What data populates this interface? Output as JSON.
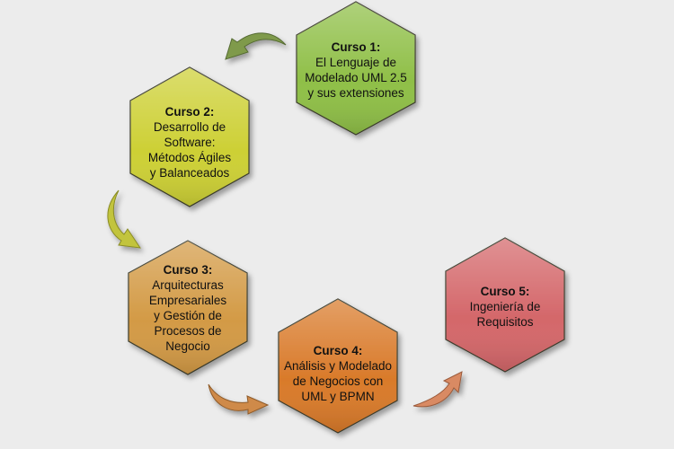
{
  "courses": [
    {
      "title": "Curso 1:",
      "lines": [
        "El Lenguaje de",
        "Modelado UML 2.5",
        "y sus extensiones"
      ],
      "color": "#8fbf47"
    },
    {
      "title": "Curso 2:",
      "lines": [
        "Desarrollo de",
        "Software:",
        "Métodos Ágiles",
        "y Balanceados"
      ],
      "color": "#cdd035"
    },
    {
      "title": "Curso 3:",
      "lines": [
        "Arquitecturas",
        "Empresariales",
        "y Gestión de",
        "Procesos de",
        "Negocio"
      ],
      "color": "#d39a45"
    },
    {
      "title": "Curso 4:",
      "lines": [
        "Análisis y Modelado",
        "de Negocios con",
        "UML y BPMN"
      ],
      "color": "#d97a2a"
    },
    {
      "title": "Curso 5:",
      "lines": [
        "Ingeniería de",
        "Requisitos"
      ],
      "color": "#d4676a"
    }
  ],
  "arrow_colors": [
    "#7f9a4c",
    "#c2c43c",
    "#cf8a4a",
    "#d98a63"
  ]
}
